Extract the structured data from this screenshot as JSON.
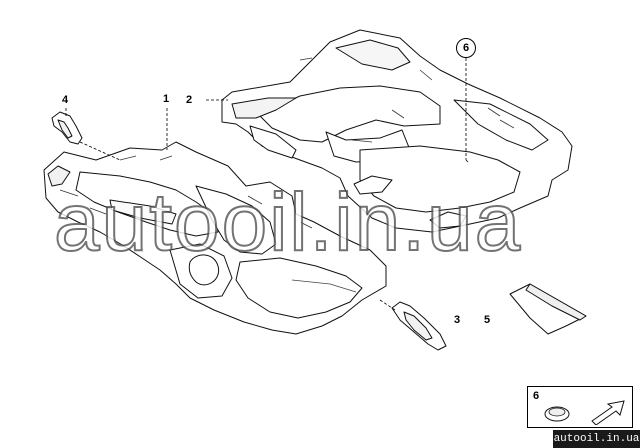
{
  "callouts": {
    "c1": "1",
    "c2": "2",
    "c3": "3",
    "c4": "4",
    "c5": "5",
    "c6": "6"
  },
  "watermark": "autooil.in.ua",
  "legend": {
    "number": "6"
  },
  "site_badge": "autooil.in.ua"
}
